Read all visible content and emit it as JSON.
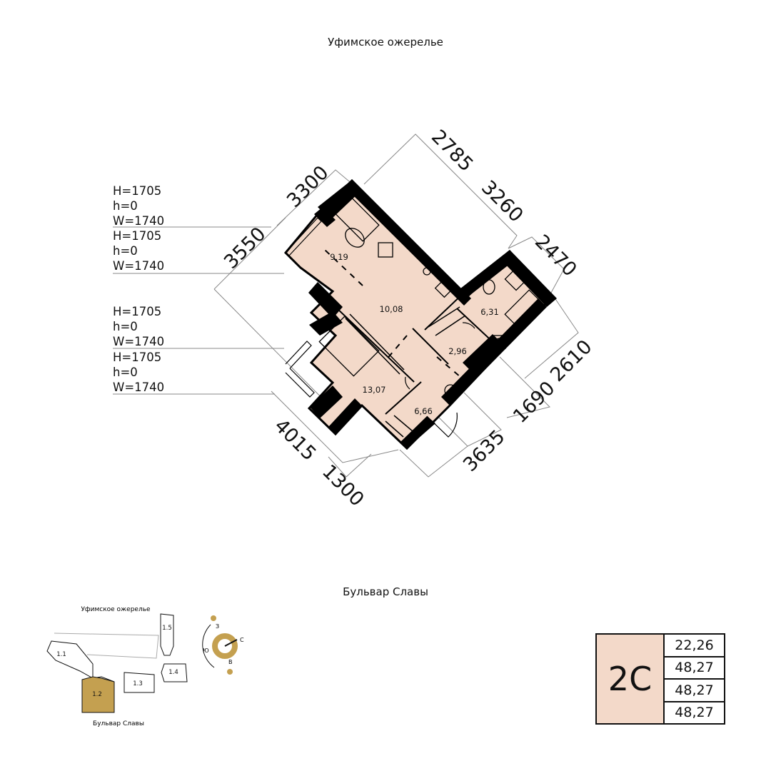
{
  "streets": {
    "top": "Уфимское ожерелье",
    "bottom": "Бульвар Славы"
  },
  "window_specs": [
    [
      "H=1705",
      "h=0",
      "W=1740"
    ],
    [
      "H=1705",
      "h=0",
      "W=1740"
    ],
    [
      "H=1705",
      "h=0",
      "W=1740"
    ],
    [
      "H=1705",
      "h=0",
      "W=1740"
    ]
  ],
  "dimensions": {
    "d3300": "3300",
    "d2785": "2785",
    "d3260": "3260",
    "d3550": "3550",
    "d2470": "2470",
    "d2610": "2610",
    "d1690": "1690",
    "d3635": "3635",
    "d4015": "4015",
    "d1300": "1300"
  },
  "rooms": {
    "r1": "9,19",
    "r2": "10,08",
    "r3": "6,31",
    "r4": "2,96",
    "r5": "13,07",
    "r6": "6,66"
  },
  "site_plan": {
    "street_top": "Уфимское ожерелье",
    "street_bottom": "Бульвар Славы",
    "buildings": [
      "1.1",
      "1.2",
      "1.3",
      "1.4",
      "1.5"
    ],
    "highlighted": "1.2",
    "compass": {
      "w": "З",
      "s": "Ю",
      "n": "С",
      "e": "В"
    }
  },
  "summary": {
    "type": "2С",
    "areas": [
      "22,26",
      "48,27",
      "48,27",
      "48,27"
    ]
  },
  "colors": {
    "room_fill": "#f3d9c9",
    "wall": "#000000",
    "highlight_building": "#c4a050"
  }
}
